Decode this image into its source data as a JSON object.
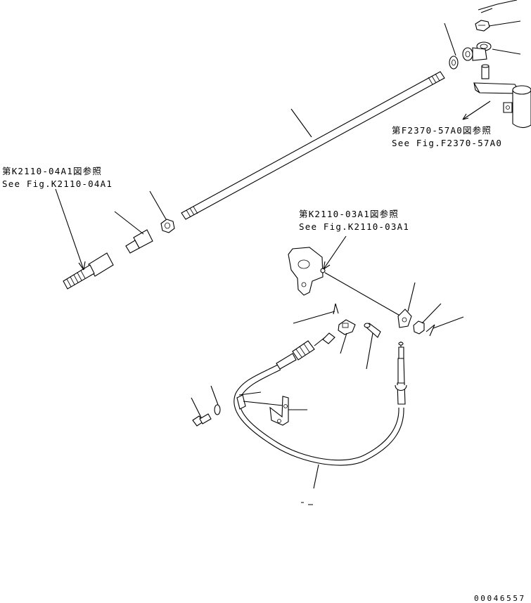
{
  "references": {
    "f2370": {
      "jp": "第F2370-57A0図参照",
      "en": "See Fig.F2370-57A0"
    },
    "k2110_04": {
      "jp": "第K2110-04A1図参照",
      "en": "See Fig.K2110-04A1"
    },
    "k2110_03": {
      "jp": "第K2110-03A1図参照",
      "en": "See Fig.K2110-03A1"
    }
  },
  "drawing_number": "00046557"
}
